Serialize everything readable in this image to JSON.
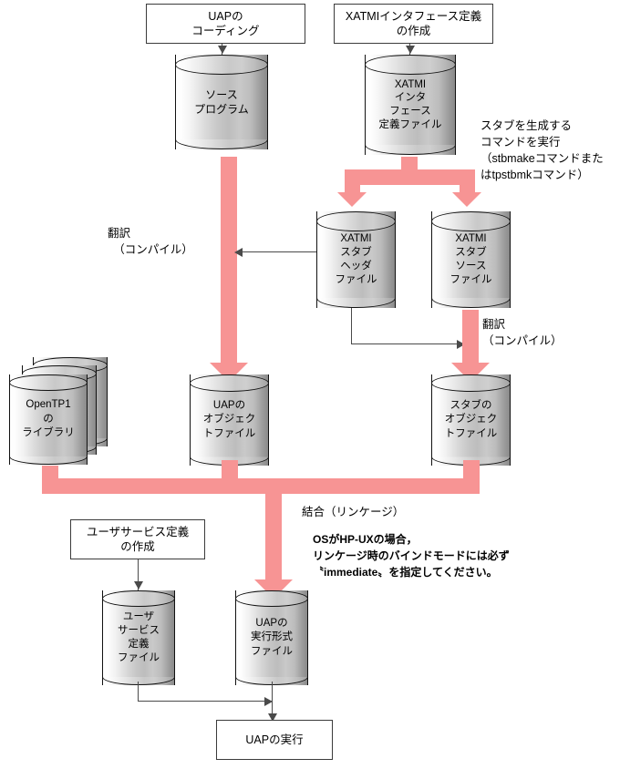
{
  "diagram": {
    "title": "UAP development flow (XATMI interface)",
    "accent_pink": "#F79494",
    "line_color": "#4A4A4A"
  },
  "boxes": {
    "uap_coding": {
      "line1": "UAPの",
      "line2": "コーディング"
    },
    "xatmi_def_create": {
      "line1": "XATMIインタフェース定義",
      "line2": "の作成"
    },
    "user_service_def": {
      "line1": "ユーザサービス定義",
      "line2": "の作成"
    },
    "uap_execute": {
      "line1": "UAPの実行",
      "line2": ""
    }
  },
  "cylinders": {
    "source_program": {
      "lines": [
        "ソース",
        "プログラム"
      ]
    },
    "xatmi_iface_file": {
      "lines": [
        "XATMI",
        "インタ",
        "フェース",
        "定義ファイル"
      ]
    },
    "stub_header": {
      "lines": [
        "XATMI",
        "スタブ",
        "ヘッダ",
        "ファイル"
      ]
    },
    "stub_source": {
      "lines": [
        "XATMI",
        "スタブ",
        "ソース",
        "ファイル"
      ]
    },
    "opentp1_library": {
      "lines": [
        "OpenTP1",
        "の",
        "ライブラリ"
      ]
    },
    "uap_object": {
      "lines": [
        "UAPの",
        "オブジェク",
        "トファイル"
      ]
    },
    "stub_object": {
      "lines": [
        "スタブの",
        "オブジェク",
        "トファイル"
      ]
    },
    "user_service_file": {
      "lines": [
        "ユーザ",
        "サービス",
        "定義",
        "ファイル"
      ]
    },
    "uap_exec_file": {
      "lines": [
        "UAPの",
        "実行形式",
        "ファイル"
      ]
    }
  },
  "labels": {
    "stub_command": "スタブを生成する\nコマンドを実行\n（stbmakeコマンドまた\nはtpstbmkコマンド）",
    "compile_left": "翻訳\n　（コンパイル）",
    "compile_right": "翻訳\n（コンパイル）",
    "linkage": "結合（リンケージ）",
    "linkage_note": "OSがHP-UXの場合，\nリンケージ時のバインドモードには必ず\n〝immediate〟を指定してください。"
  }
}
